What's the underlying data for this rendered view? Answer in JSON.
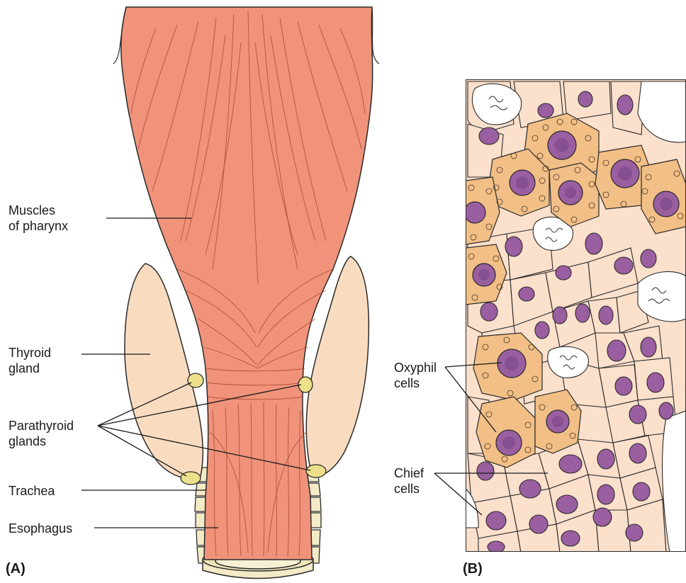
{
  "panels": {
    "left": {
      "tag": "(A)"
    },
    "right": {
      "tag": "(B)"
    }
  },
  "labels": {
    "muscles_line1": "Muscles",
    "muscles_line2": "of pharynx",
    "thyroid_line1": "Thyroid",
    "thyroid_line2": "gland",
    "parathyroid_line1": "Parathyroid",
    "parathyroid_line2": "glands",
    "trachea": "Trachea",
    "esophagus": "Esophagus",
    "oxyphil_line1": "Oxyphil",
    "oxyphil_line2": "cells",
    "chief_line1": "Chief",
    "chief_line2": "cells"
  },
  "colors": {
    "muscle": "#f0937a",
    "muscle_line": "#a8412c",
    "thyroid": "#f9dcc0",
    "parathyroid": "#ede08a",
    "trachea": "#f3ebc6",
    "chief_cell": "#fbe0cc",
    "oxyphil_cell": "#f2bf86",
    "nucleus": "#9a5fa0",
    "outline": "#2a2a2a"
  }
}
